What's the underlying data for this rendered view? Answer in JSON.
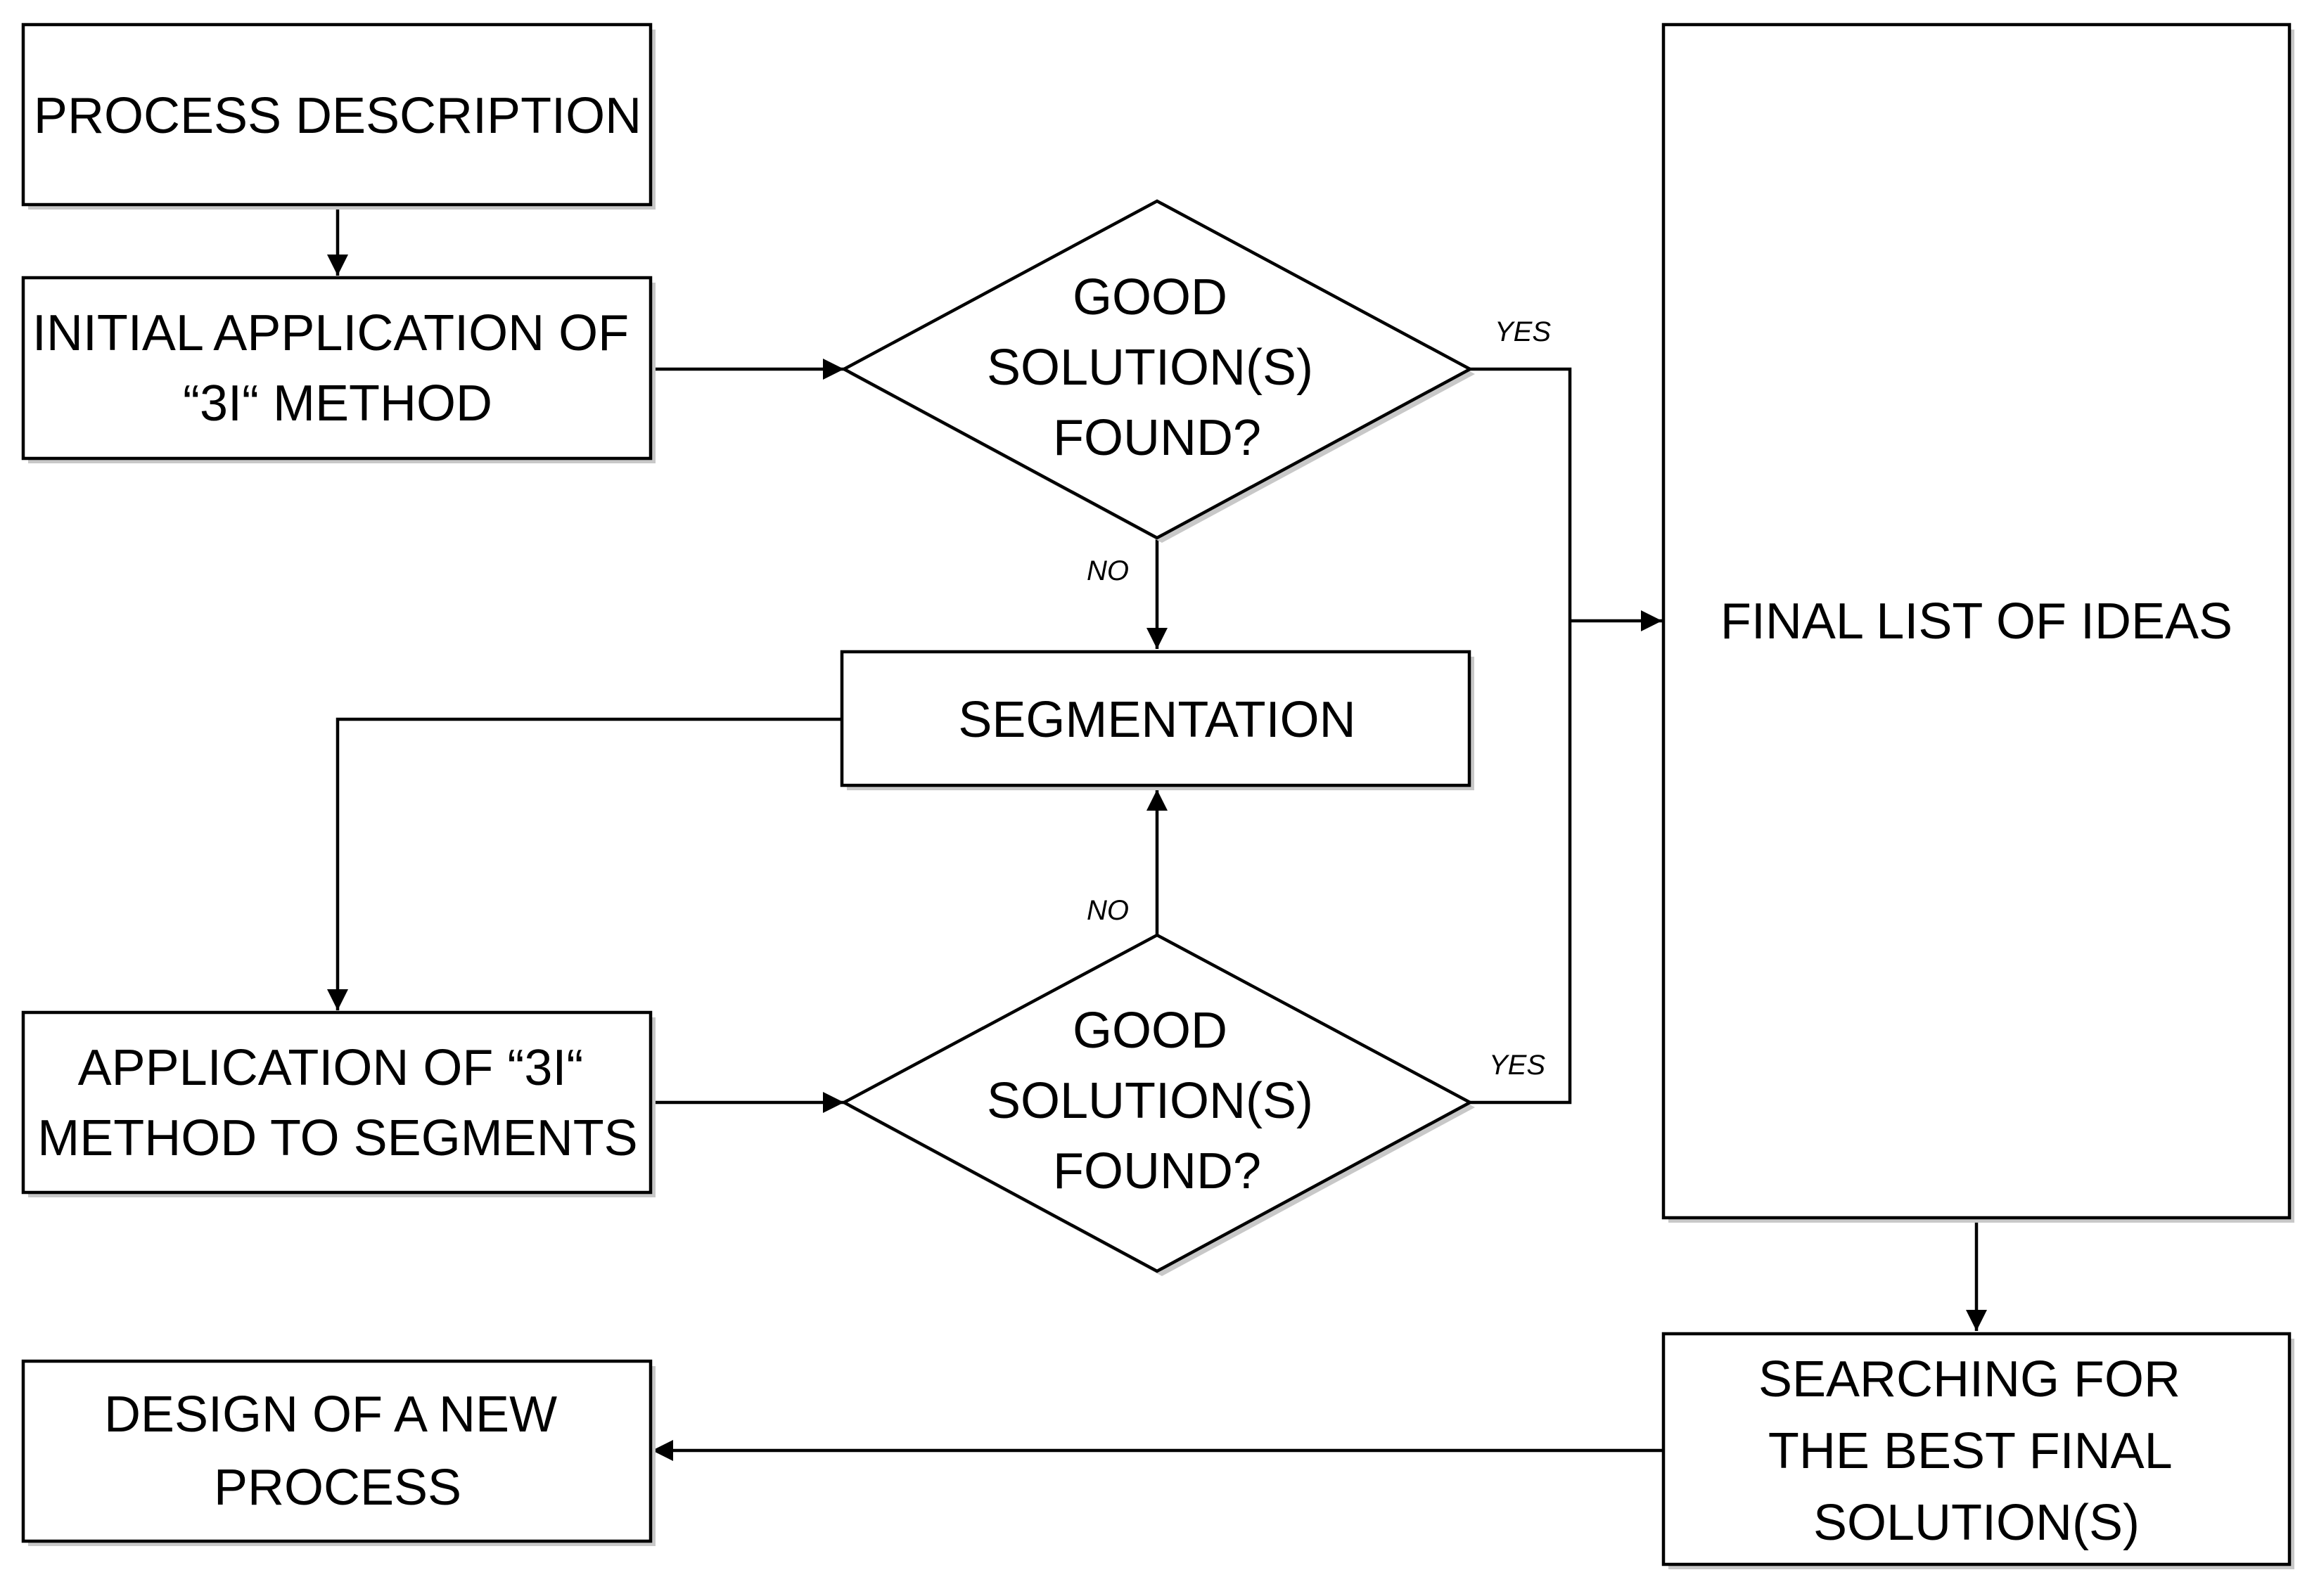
{
  "nodes": {
    "process_description": {
      "lines": [
        "PROCESS DESCRIPTION"
      ]
    },
    "initial_application": {
      "lines": [
        "INITIAL APPLICATION OF",
        "“3I“ METHOD"
      ]
    },
    "decision_top": {
      "lines": [
        "GOOD",
        "SOLUTION(S)",
        "FOUND?"
      ]
    },
    "segmentation": {
      "lines": [
        "SEGMENTATION"
      ]
    },
    "decision_bottom": {
      "lines": [
        "GOOD",
        "SOLUTION(S)",
        "FOUND?"
      ]
    },
    "application_segments": {
      "lines": [
        "APPLICATION OF “3I“",
        "METHOD TO SEGMENTS"
      ]
    },
    "final_list": {
      "lines": [
        "FINAL LIST OF IDEAS"
      ]
    },
    "searching_best": {
      "lines": [
        "SEARCHING FOR",
        "THE BEST FINAL",
        "SOLUTION(S)"
      ]
    },
    "design_new_process": {
      "lines": [
        "DESIGN OF A NEW",
        "PROCESS"
      ]
    }
  },
  "edge_labels": {
    "top_yes": "YES",
    "top_no": "NO",
    "bottom_no": "NO",
    "bottom_yes": "YES"
  }
}
